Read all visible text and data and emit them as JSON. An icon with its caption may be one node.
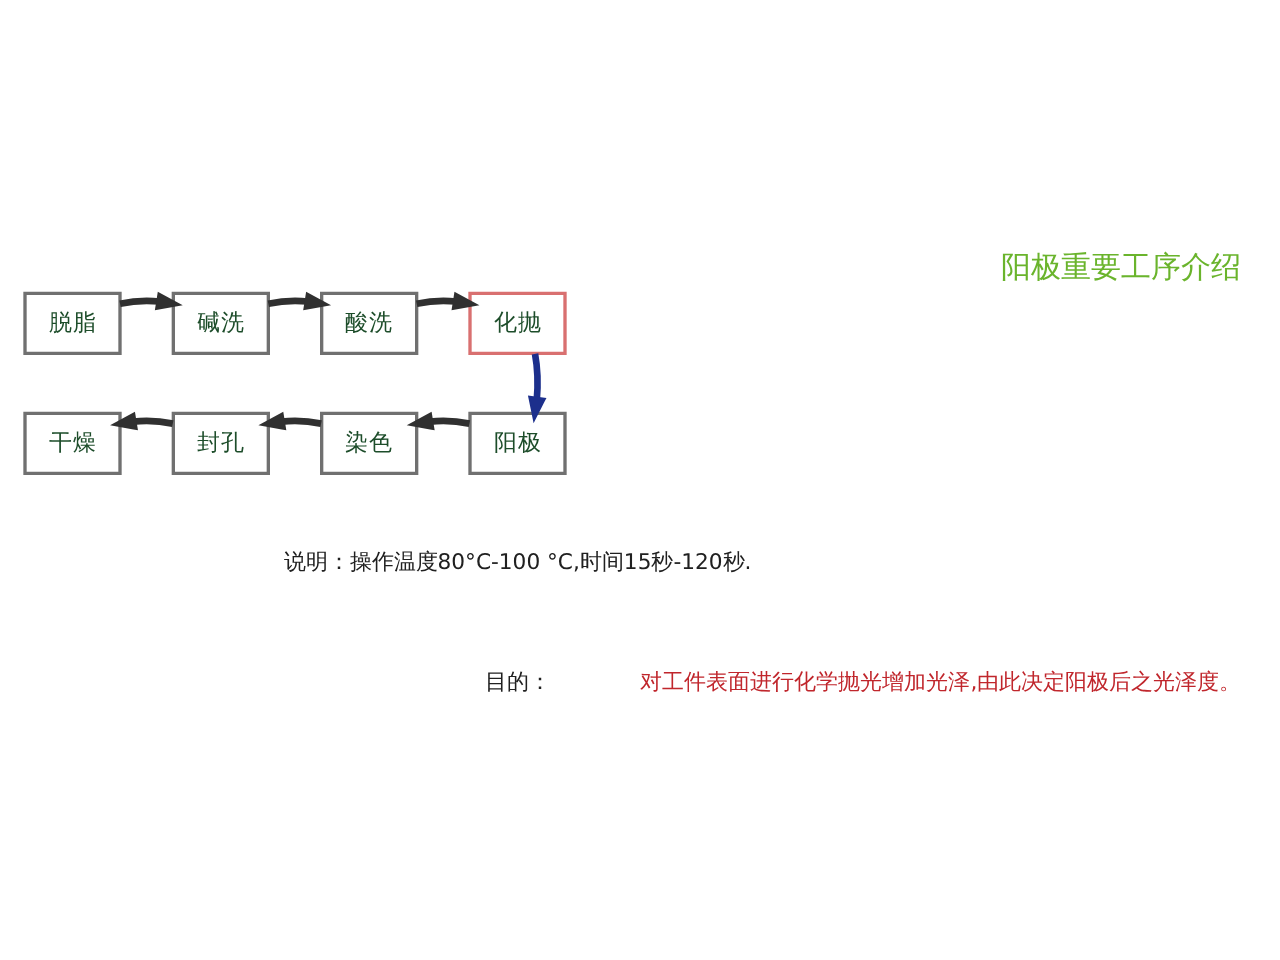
{
  "diagram": {
    "title": "阳极重要工序介绍",
    "nodes": [
      {
        "text": [
          "脱脂"
        ]
      },
      {
        "text": [
          "碱洗"
        ]
      },
      {
        "text": [
          "酸洗"
        ]
      },
      {
        "text": [
          "化抛"
        ]
      },
      {
        "text": [
          "阳极"
        ]
      },
      {
        "text": [
          "染色"
        ]
      },
      {
        "text": [
          "封孔"
        ]
      },
      {
        "text": [
          "干燥"
        ]
      }
    ],
    "edges": [
      {
        "from": 0,
        "to": 1,
        "arrow": "to"
      },
      {
        "from": 1,
        "to": 2,
        "arrow": "to"
      },
      {
        "from": 2,
        "to": 3,
        "arrow": "to"
      },
      {
        "from": 3,
        "to": 4,
        "arrow": "to",
        "color": "#1c2f8c"
      },
      {
        "from": 4,
        "to": 5,
        "arrow": "to"
      },
      {
        "from": 5,
        "to": 6,
        "arrow": "to"
      },
      {
        "from": 6,
        "to": 7,
        "arrow": "to"
      }
    ],
    "labels": [
      "说明：操作温度80°C-100 °C,时间15秒-120秒.",
      "目的：",
      "对工件表面进行化学抛光增加光泽,由此决定阳极后之光泽度。"
    ]
  }
}
